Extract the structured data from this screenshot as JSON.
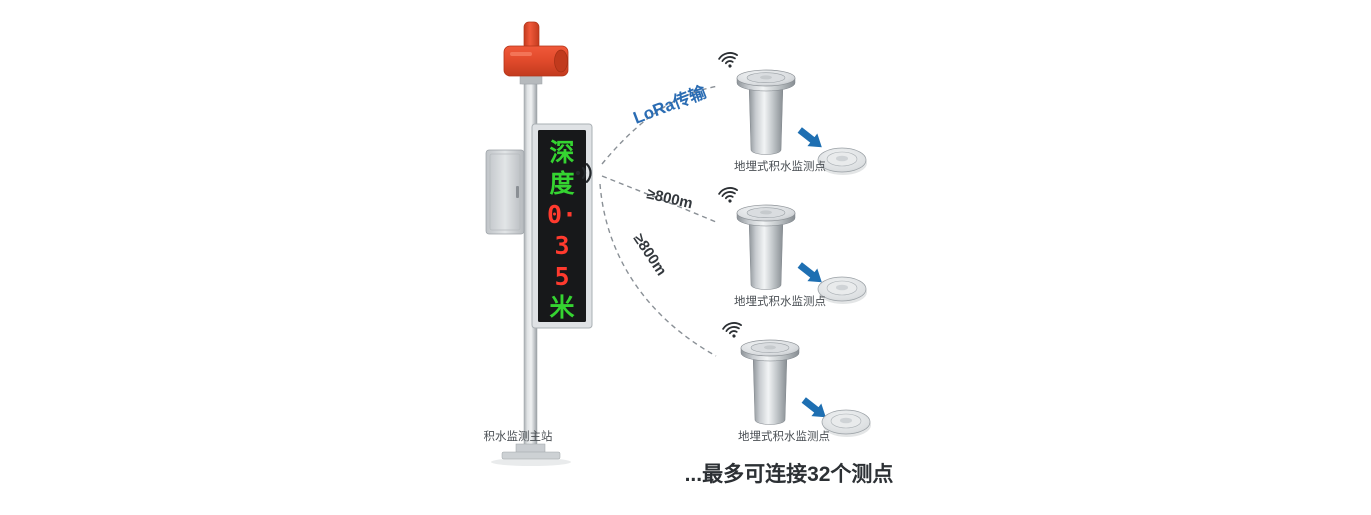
{
  "station": {
    "label": "积水监测主站",
    "display": {
      "lines": [
        {
          "text": "深",
          "color": "#35d431"
        },
        {
          "text": "度",
          "color": "#35d431"
        },
        {
          "text": "0·",
          "color": "#ff3a2e"
        },
        {
          "text": "3",
          "color": "#ff3a2e"
        },
        {
          "text": "5",
          "color": "#ff3a2e"
        },
        {
          "text": "米",
          "color": "#35d431"
        }
      ]
    }
  },
  "links": [
    {
      "label": "LoRa传输",
      "color": "#2a6cb3"
    },
    {
      "label": "≥800m",
      "color": "#33383d"
    },
    {
      "label": "≥800m",
      "color": "#33383d"
    }
  ],
  "sensors": [
    {
      "label": "地埋式积水监测点"
    },
    {
      "label": "地埋式积水监测点"
    },
    {
      "label": "地埋式积水监测点"
    }
  ],
  "footer": {
    "text": "...最多可连接32个测点"
  },
  "colors": {
    "alarm_red": "#e04a2b",
    "led_green": "#35d431",
    "led_red": "#ff3a2e",
    "arrow_blue": "#1e6fb2",
    "lora_blue": "#2a6cb3",
    "metal_gray": "#cfd3d6",
    "background": "#ffffff"
  }
}
